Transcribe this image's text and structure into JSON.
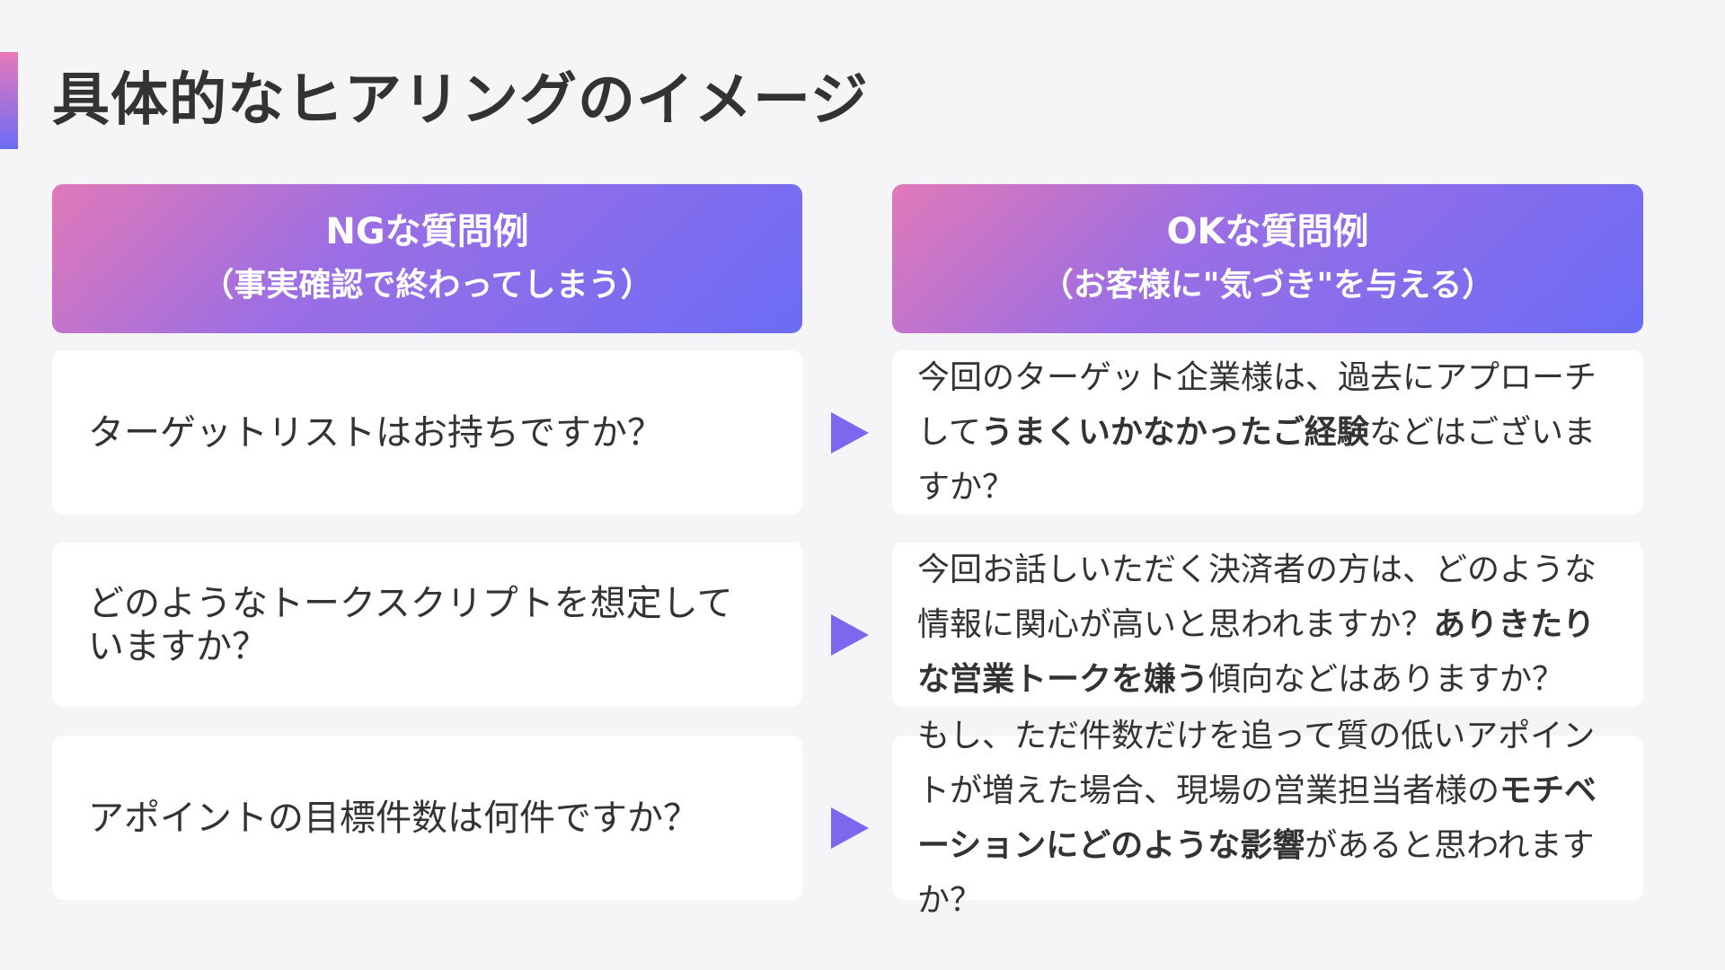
{
  "title": "具体的なヒアリングのイメージ",
  "colors": {
    "accent_start": "#e879b9",
    "accent_end": "#6b6cf6",
    "arrow": "#7b68ee",
    "background": "#f5f5f7",
    "card": "#ffffff",
    "text": "#333333"
  },
  "ng_header": {
    "title": "NGな質問例",
    "subtitle": "（事実確認で終わってしまう）"
  },
  "ok_header": {
    "title": "OKな質問例",
    "subtitle": "（お客様に\"気づき\"を与える）"
  },
  "rows": [
    {
      "ng": "ターゲットリストはお持ちですか？",
      "ok": [
        {
          "text": "今回のターゲット企業様は、過去にアプローチして",
          "bold": false
        },
        {
          "text": "うまくいかなかったご経験",
          "bold": true
        },
        {
          "text": "などはございますか？",
          "bold": false
        }
      ]
    },
    {
      "ng": "どのようなトークスクリプトを想定していますか？",
      "ok": [
        {
          "text": "今回お話しいただく決済者の方は、どのような情報に関心が高いと思われますか？",
          "bold": false
        },
        {
          "text": "ありきたりな営業トークを嫌う",
          "bold": true
        },
        {
          "text": "傾向などはありますか？",
          "bold": false
        }
      ]
    },
    {
      "ng": "アポイントの目標件数は何件ですか？",
      "ok": [
        {
          "text": "もし、ただ件数だけを追って質の低いアポイントが増えた場合、現場の営業担当者様の",
          "bold": false
        },
        {
          "text": "モチベーションにどのような影響",
          "bold": true
        },
        {
          "text": "があると思われますか？",
          "bold": false
        }
      ]
    }
  ]
}
